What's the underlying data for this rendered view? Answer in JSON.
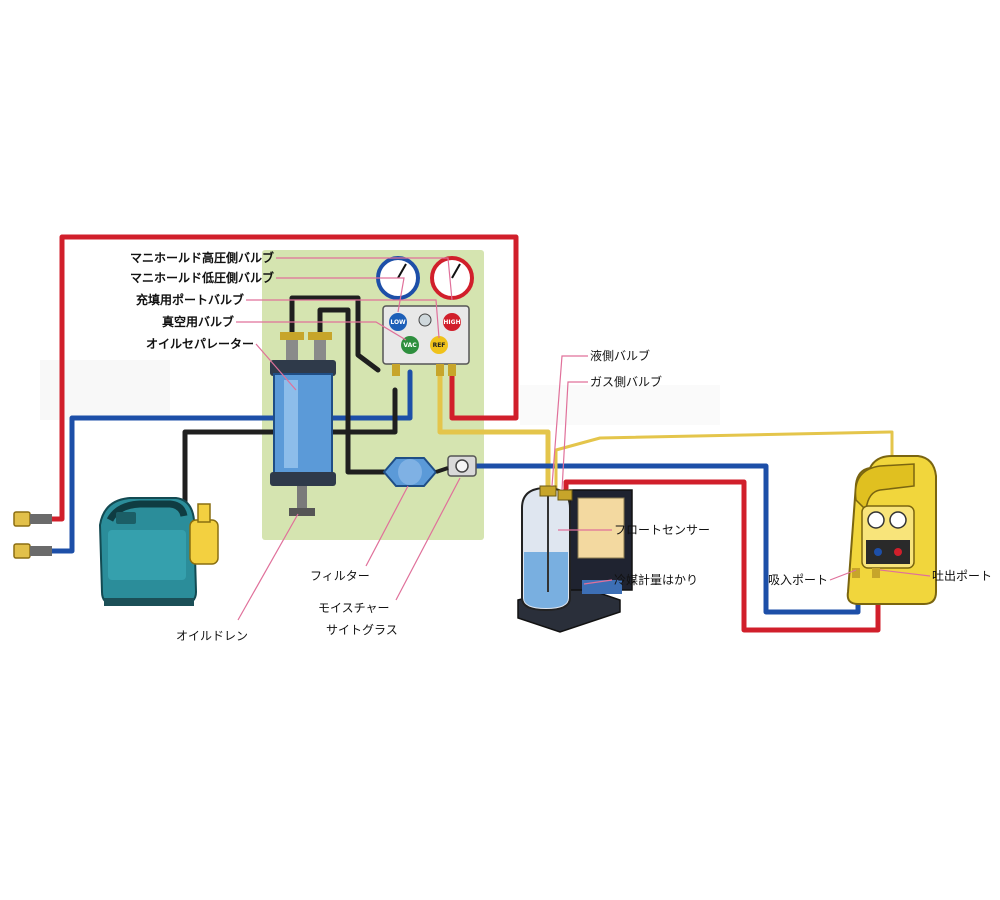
{
  "colors": {
    "panel": "#d5e4b0",
    "red_hose": "#d11f2b",
    "blue_hose": "#1d4fa8",
    "yellow_hose": "#e4c54b",
    "black_hose": "#1f1f1f",
    "leader": "#e0709a",
    "pump_teal": "#2b8d9a",
    "recovery_yellow": "#f1d63c",
    "separator_blue": "#5b9ad8"
  },
  "icons": [
    "vacuum-pump",
    "oil-separator",
    "manifold-gauge",
    "filter-drier",
    "sight-glass",
    "refrigerant-cylinder",
    "refrigerant-scale",
    "recovery-unit",
    "hose-connector"
  ],
  "labels": {
    "manifold_high_valve": "マニホールド高圧側バルブ",
    "manifold_low_valve": "マニホールド低圧側バルブ",
    "charge_port_valve": "充填用ポートバルブ",
    "vacuum_valve": "真空用バルブ",
    "oil_separator": "オイルセパレーター",
    "liquid_valve": "液側バルブ",
    "gas_valve": "ガス側バルブ",
    "float_sensor": "フロートセンサー",
    "refrigerant_scale": "冷媒計量はかり",
    "suction_port": "吸入ポート",
    "discharge_port": "吐出ポート",
    "filter": "フィルター",
    "sight_glass_1": "モイスチャー",
    "sight_glass_2": "サイトグラス",
    "oil_drain": "オイルドレン"
  },
  "gauge_text": {
    "low": "LOW",
    "high": "HIGH",
    "vac": "VAC",
    "ref": "REF"
  }
}
